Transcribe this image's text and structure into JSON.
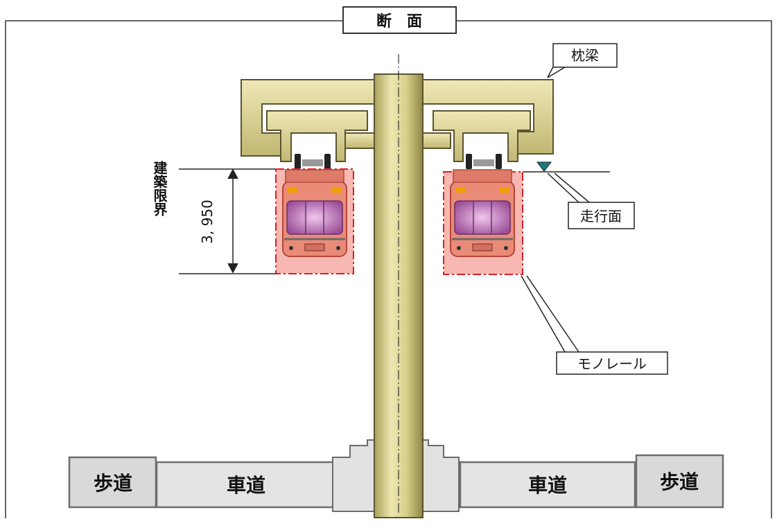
{
  "title": "断　面",
  "labels": {
    "cross_beam": "枕梁",
    "running_surface": "走行面",
    "monorail": "モノレール",
    "construction_gauge": "建築限界",
    "dimension": "3, 950",
    "sidewalk_left": "歩道",
    "roadway_left": "車道",
    "roadway_right": "車道",
    "sidewalk_right": "歩道"
  },
  "colors": {
    "structure": "#d6cd86",
    "structure_stroke": "#5a5330",
    "vehicle": "#e98a78",
    "gauge_fill": "#f5b3ad",
    "gauge_stroke": "#d8202a",
    "window": "#b877b4",
    "road": "#dcdcdc",
    "running_marker": "#1f7a78"
  }
}
